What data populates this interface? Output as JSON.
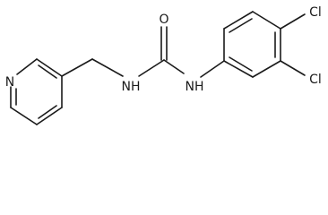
{
  "molecule": {
    "atoms": {
      "oxygen": "O",
      "nh_left": "NH",
      "nh_right": "NH",
      "pyridine_n": "N",
      "cl_top": "Cl",
      "cl_bottom": "Cl"
    }
  },
  "colors": {
    "bond": "#1a1a1a",
    "background": "#ffffff"
  }
}
